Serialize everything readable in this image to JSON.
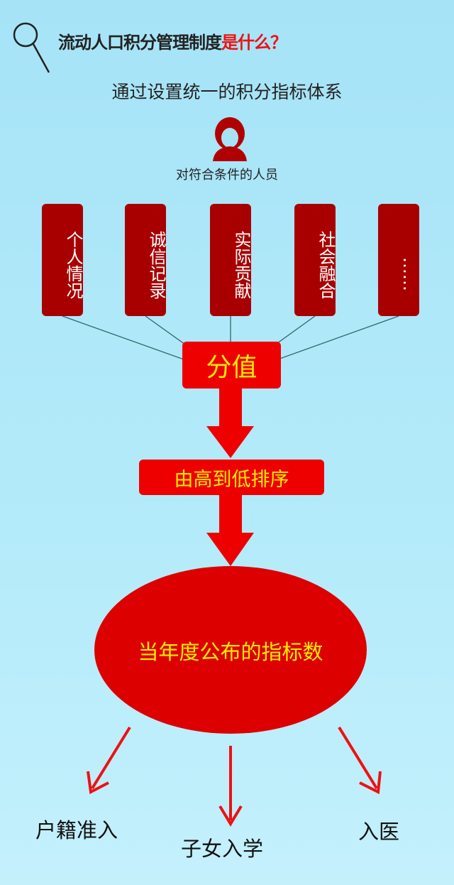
{
  "header": {
    "title_main": "流动人口积分管理制度",
    "title_highlight": "是什么？",
    "subtitle": "通过设置统一的积分指标体系",
    "people_label": "对符合条件的人员"
  },
  "criteria": [
    "个人情况",
    "诚信记录",
    "实际贡献",
    "社会融合",
    "……"
  ],
  "score_label": "分值",
  "sort_label": "由高到低排序",
  "quota_label": "当年度公布的指标数",
  "outcomes": [
    "户籍准入",
    "子女入学",
    "入医"
  ],
  "colors": {
    "dark_red": "#a80000",
    "red": "#ee0000",
    "yellow": "#ffee00",
    "bg": "#a6e3f7"
  }
}
